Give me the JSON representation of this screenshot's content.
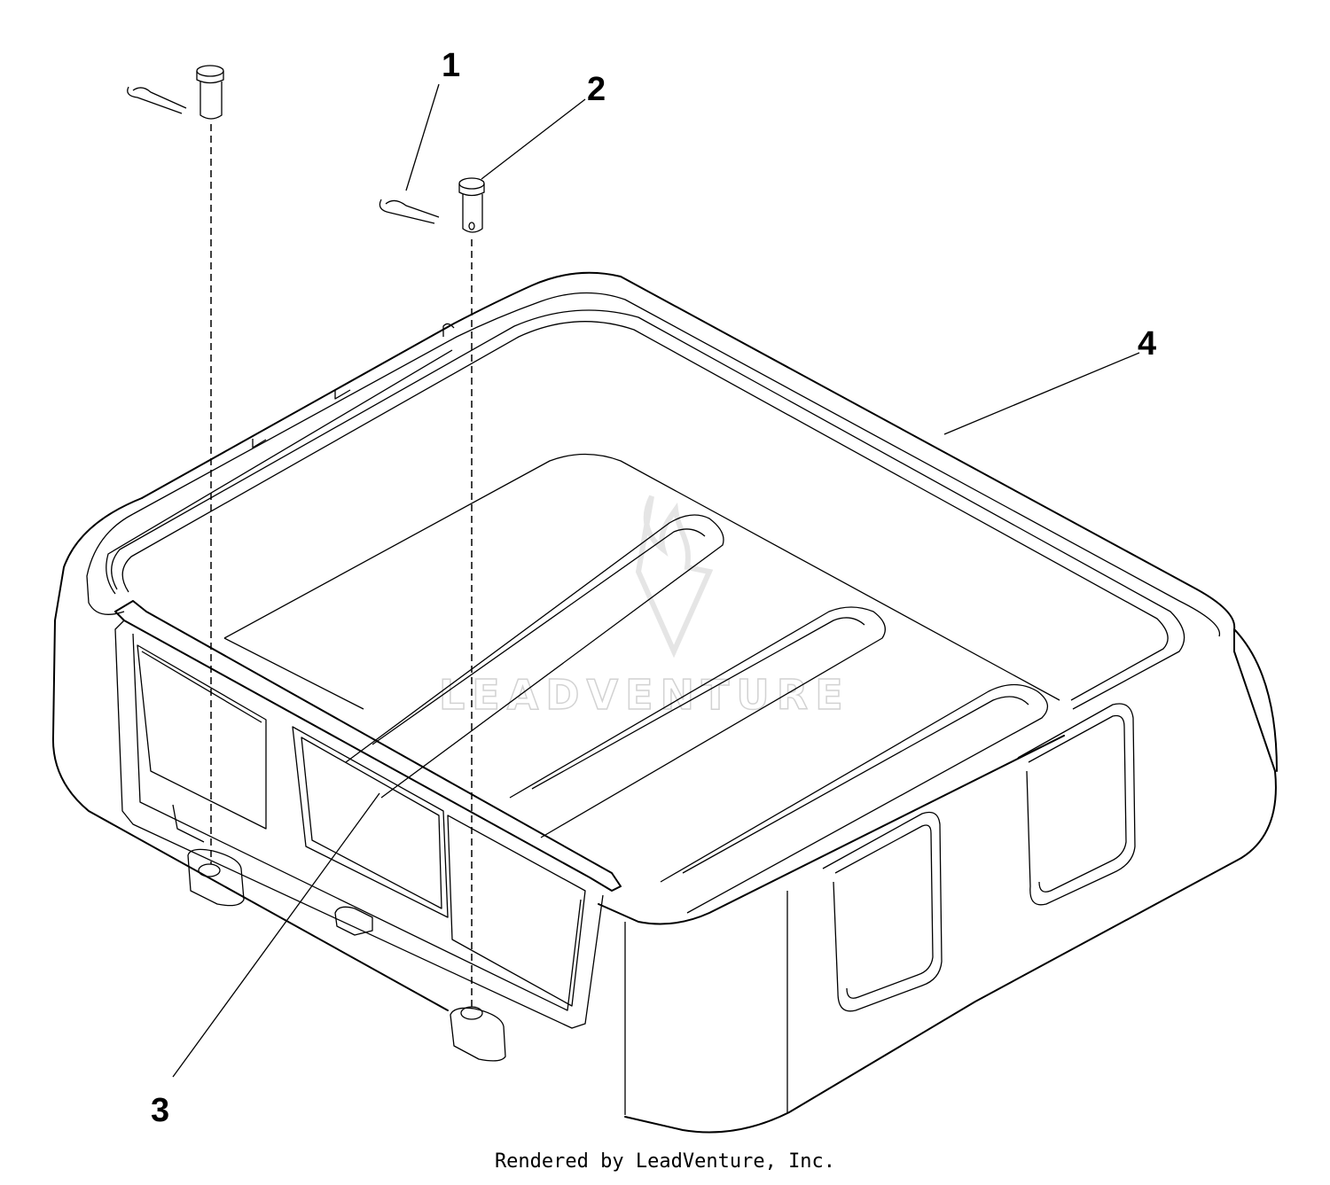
{
  "callouts": [
    {
      "number": "1",
      "part": "hairpin-clip"
    },
    {
      "number": "2",
      "part": "clevis-pin"
    },
    {
      "number": "3",
      "part": "seat-pan-front-panel"
    },
    {
      "number": "4",
      "part": "seat-pan"
    }
  ],
  "watermark": "LEADVENTURE",
  "footer": "Rendered by LeadVenture, Inc."
}
